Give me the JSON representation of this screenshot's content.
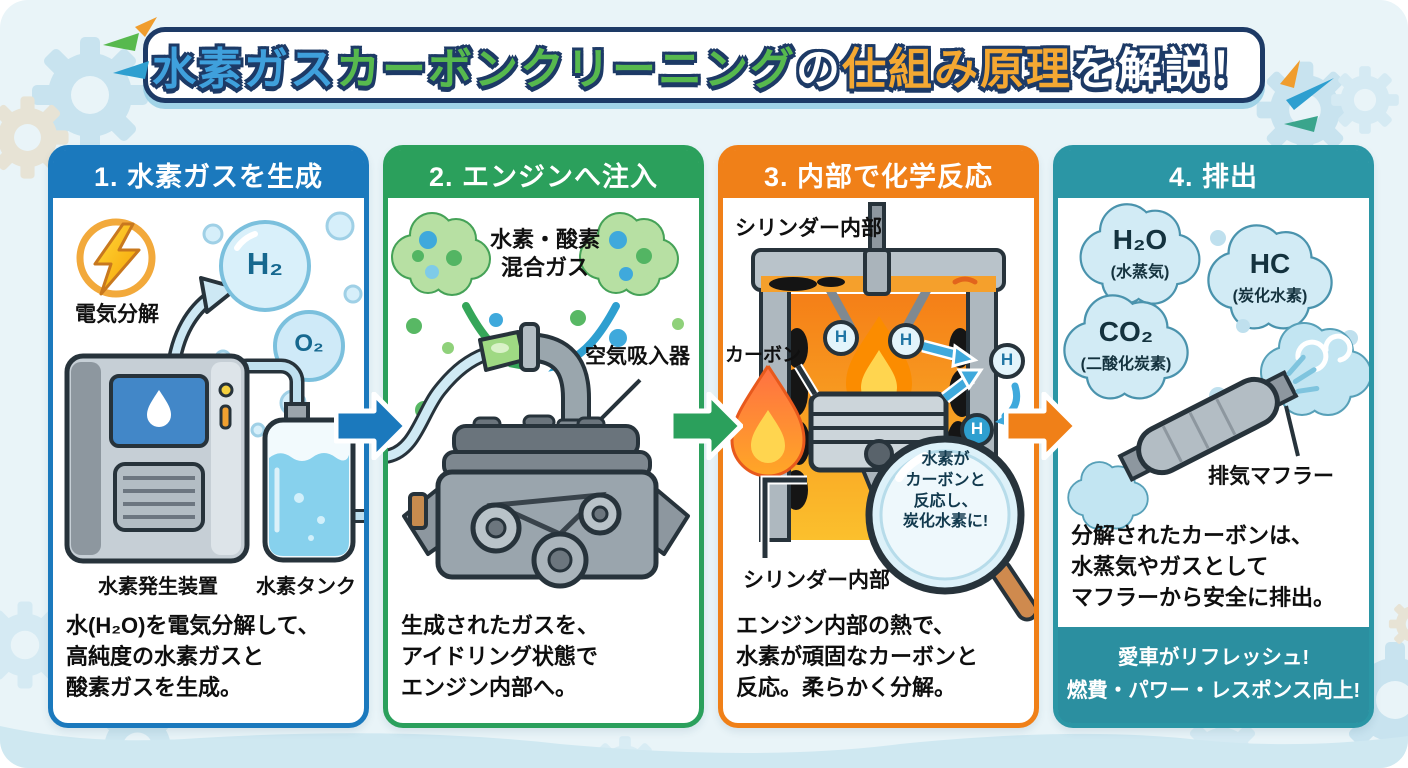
{
  "palette": {
    "background": "#e9f4f8",
    "title_border_navy": "#1d3a66",
    "step1_blue": "#1b79bd",
    "step2_green": "#2ba05c",
    "step3_orange": "#f08018",
    "step4_teal": "#2b96a5",
    "footer_teal": "#2b8fa0",
    "title_hydrogen_blue": "#3fa0dc",
    "title_carbon_green": "#57b94e",
    "title_mechanism_orange": "#f4a832"
  },
  "title": {
    "seg_hydrogen": "水素ガス",
    "seg_carbon_cleaning": "カーボンクリーニング",
    "seg_no": "の",
    "seg_mechanism": "仕組み原理",
    "seg_explain": "を解説！"
  },
  "panels": [
    {
      "header": "1. 水素ガスを生成",
      "electrolysis_label": "電気分解",
      "h2_bubble": "H₂",
      "o2_bubble": "O₂",
      "generator_label": "水素発生装置",
      "tank_label": "水素タンク",
      "description": "水(H₂O)を電気分解して、\n高純度の水素ガスと\n酸素ガスを生成。"
    },
    {
      "header": "2. エンジンへ注入",
      "gas_label": "水素・酸素\n混合ガス",
      "intake_label": "空気吸入器",
      "description": "生成されたガスを、\nアイドリング状態で\nエンジン内部へ。"
    },
    {
      "header": "3. 内部で化学反応",
      "cylinder_top_label": "シリンダー内部",
      "carbon_label": "カーボン",
      "h_atom": "H",
      "cylinder_bottom_label": "シリンダー内部",
      "magnifier_text": "水素が\nカーボンと\n反応し、\n炭化水素に!",
      "description": "エンジン内部の熱で、\n水素が頑固なカーボンと\n反応。柔らかく分解。"
    },
    {
      "header": "4. 排出",
      "h2o_formula": "H₂O",
      "h2o_name": "(水蒸気)",
      "hc_formula": "HC",
      "hc_name": "(炭化水素)",
      "co2_formula": "CO₂",
      "co2_name": "(二酸化炭素)",
      "muffler_label": "排気マフラー",
      "description": "分解されたカーボンは、\n水蒸気やガスとして\nマフラーから安全に排出。",
      "footer": "愛車がリフレッシュ!\n燃費・パワー・レスポンス向上!"
    }
  ]
}
